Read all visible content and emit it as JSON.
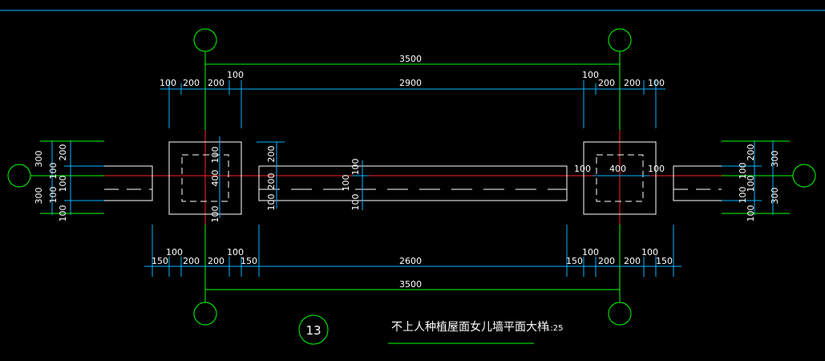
{
  "drawing": {
    "title": "不上人种植屋面女儿墙平面大样",
    "scale": "1:25",
    "detail_number": "13",
    "colors": {
      "background": "#000000",
      "axis": "#00ff00",
      "wall": "#ffffff",
      "dimension": "#00b4ff",
      "centerline": "#ff2020",
      "border": "#00bfff"
    }
  },
  "dimensions": {
    "top_overall": "3500",
    "top_inner": "2900",
    "top_left": [
      "100",
      "200",
      "200",
      "100"
    ],
    "top_right": [
      "100",
      "200",
      "200",
      "100"
    ],
    "bottom_overall": "3500",
    "bottom_inner": "2600",
    "bottom_left": [
      "150",
      "100",
      "200",
      "200",
      "100",
      "150"
    ],
    "bottom_right": [
      "150",
      "100",
      "200",
      "200",
      "100",
      "150"
    ],
    "pier_size": "400",
    "pier_edge": "100",
    "left_vertical": [
      "300",
      "300",
      "200",
      "100",
      "100",
      "100",
      "100"
    ],
    "right_vertical": [
      "300",
      "300",
      "200",
      "100",
      "100",
      "100",
      "100"
    ],
    "center_vertical": [
      "200",
      "200",
      "100",
      "100",
      "100"
    ],
    "small": "100"
  }
}
